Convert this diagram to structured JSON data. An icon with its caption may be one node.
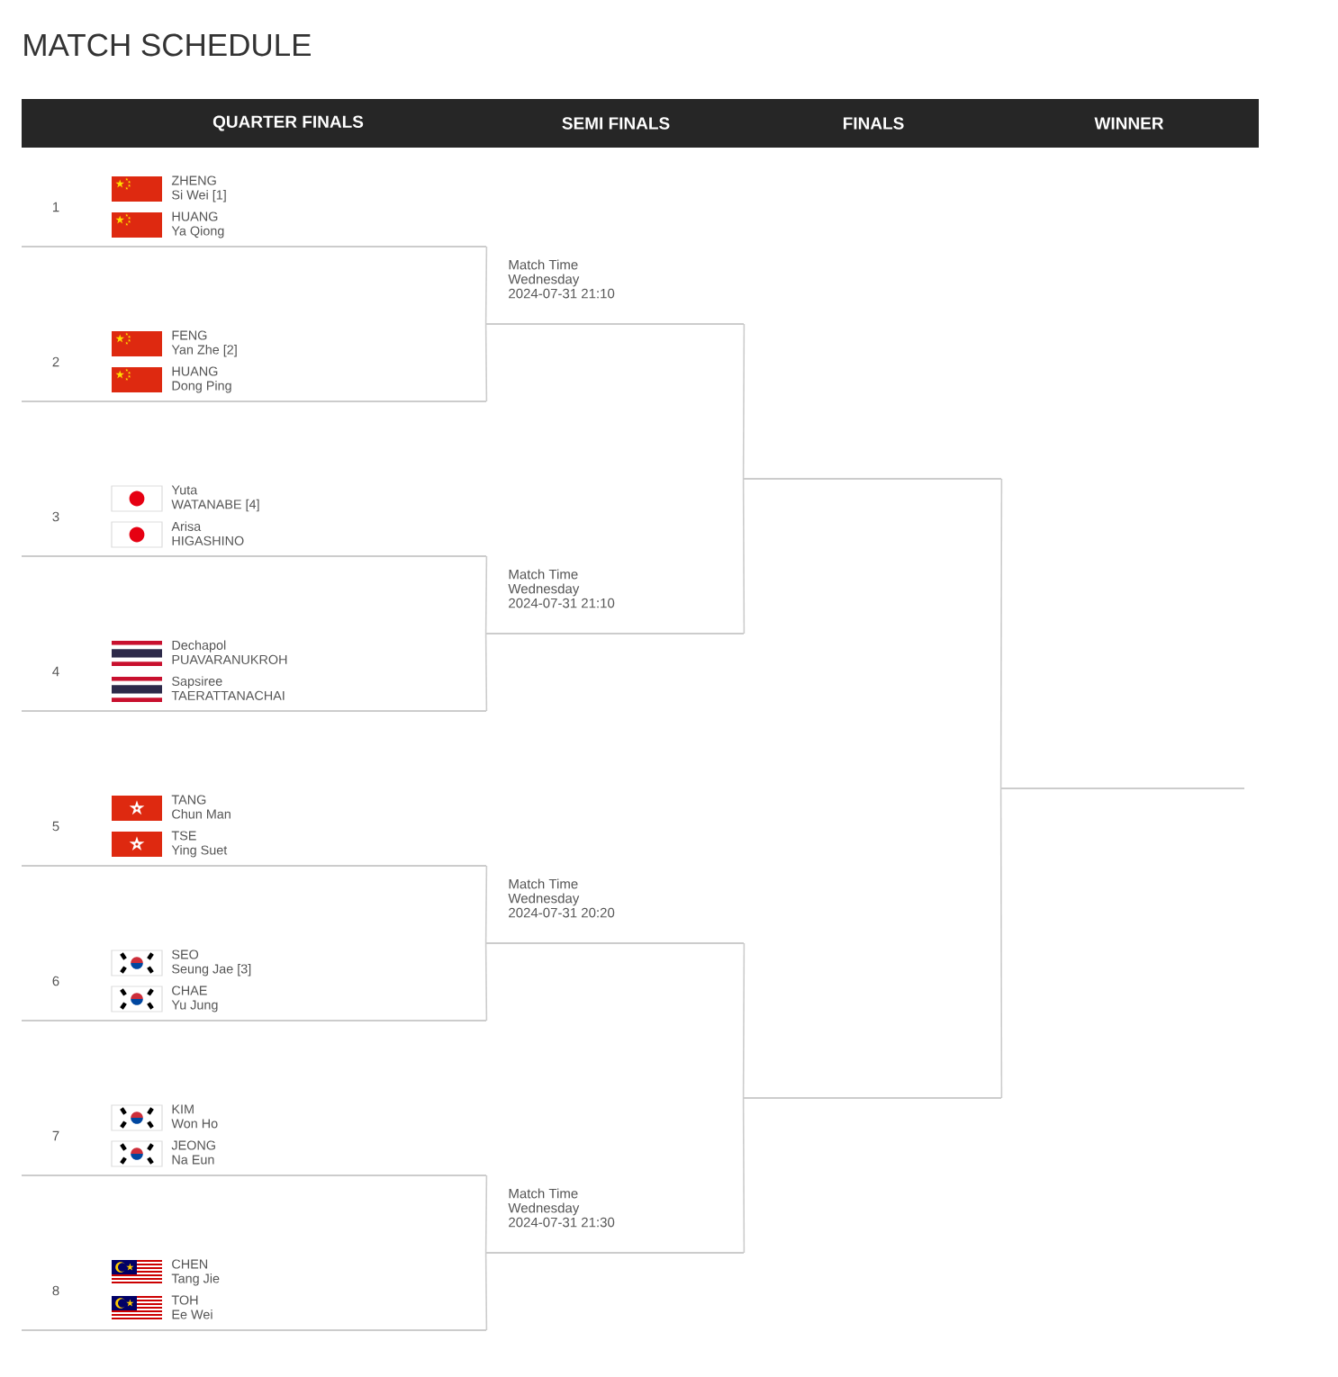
{
  "diagram": {
    "title": "MATCH SCHEDULE",
    "nodes": [
      {
        "text": [
          "1",
          "ZHENG Si Wei [1]",
          "HUANG Ya Qiong"
        ]
      },
      {
        "text": [
          "2",
          "FENG Yan Zhe [2]",
          "HUANG Dong Ping"
        ]
      },
      {
        "text": [
          "3",
          "Yuta WATANABE [4]",
          "Arisa HIGASHINO"
        ]
      },
      {
        "text": [
          "4",
          "Dechapol PUAVARANUKROH",
          "Sapsiree TAERATTANACHAI"
        ]
      },
      {
        "text": [
          "5",
          "TANG Chun Man",
          "TSE Ying Suet"
        ]
      },
      {
        "text": [
          "6",
          "SEO Seung Jae [3]",
          "CHAE Yu Jung"
        ]
      },
      {
        "text": [
          "7",
          "KIM Won Ho",
          "JEONG Na Eun"
        ]
      },
      {
        "text": [
          "8",
          "CHEN Tang Jie",
          "TOH Ee Wei"
        ]
      },
      {
        "text": [],
        "shape": "line",
        "beside": [
          "Match Time Wednesday 2024-07-31 21:10"
        ]
      },
      {
        "text": [],
        "shape": "line",
        "beside": [
          "Match Time Wednesday 2024-07-31 21:10"
        ]
      },
      {
        "text": [],
        "shape": "line",
        "beside": [
          "Match Time Wednesday 2024-07-31 20:20"
        ]
      },
      {
        "text": [],
        "shape": "line",
        "beside": [
          "Match Time Wednesday 2024-07-31 21:30"
        ]
      },
      {
        "text": [],
        "shape": "line"
      },
      {
        "text": [],
        "shape": "line"
      },
      {
        "text": [],
        "shape": "line"
      }
    ],
    "edges": [
      {
        "from": 0,
        "to": 8,
        "arrow": "none"
      },
      {
        "from": 1,
        "to": 8,
        "arrow": "none"
      },
      {
        "from": 2,
        "to": 9,
        "arrow": "none"
      },
      {
        "from": 3,
        "to": 9,
        "arrow": "none"
      },
      {
        "from": 4,
        "to": 10,
        "arrow": "none"
      },
      {
        "from": 5,
        "to": 10,
        "arrow": "none"
      },
      {
        "from": 6,
        "to": 11,
        "arrow": "none"
      },
      {
        "from": 7,
        "to": 11,
        "arrow": "none"
      },
      {
        "from": 8,
        "to": 12,
        "arrow": "none"
      },
      {
        "from": 9,
        "to": 12,
        "arrow": "none"
      },
      {
        "from": 10,
        "to": 13,
        "arrow": "none"
      },
      {
        "from": 11,
        "to": 13,
        "arrow": "none"
      },
      {
        "from": 12,
        "to": 14,
        "arrow": "none"
      },
      {
        "from": 13,
        "to": 14,
        "arrow": "none"
      }
    ],
    "labels": [
      "QUARTER FINALS",
      "SEMI FINALS",
      "FINALS",
      "WINNER"
    ]
  }
}
